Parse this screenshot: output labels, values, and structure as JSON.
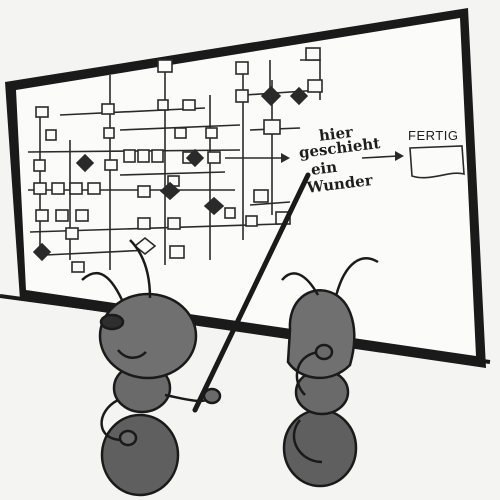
{
  "scene": {
    "annotation_lines": [
      "hier",
      "geschieht",
      "ein",
      "Wunder"
    ],
    "result_label": "FERTIG"
  },
  "colors": {
    "board_frame": "#1a1a1a",
    "board_surface": "#fbfbfa",
    "ant_body": "#6e6e6e",
    "ink": "#1e1e1e",
    "wall": "#f4f4f2"
  }
}
